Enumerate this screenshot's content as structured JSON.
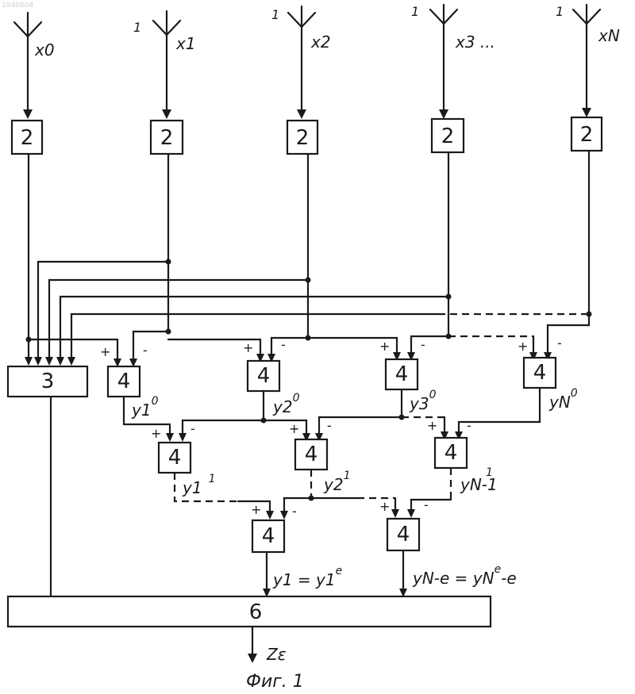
{
  "watermark": "1840604",
  "antennas": [
    {
      "label": "x0",
      "mark": ""
    },
    {
      "label": "x1",
      "mark": "1"
    },
    {
      "label": "x2",
      "mark": "1"
    },
    {
      "label": "x3 ...",
      "mark": "1"
    },
    {
      "label": "xN",
      "mark": "1"
    }
  ],
  "blocks": {
    "input_block": "2",
    "block_3": "3",
    "difference_block": "4",
    "output_block": "6"
  },
  "signs": {
    "plus": "+",
    "minus": "-"
  },
  "level0_outputs": [
    "y1",
    "y2",
    "y3",
    "yN"
  ],
  "level0_sup": "0",
  "level1_outputs": [
    "y1",
    "y2",
    "yN-1"
  ],
  "level1_sup": "1",
  "final_outputs": [
    {
      "base": "y1 = y1",
      "sup": "e"
    },
    {
      "base": "yN-e = yN",
      "sup": "e",
      "tail": "-e"
    }
  ],
  "output_signal": "Zε",
  "caption": "Фиг. 1"
}
